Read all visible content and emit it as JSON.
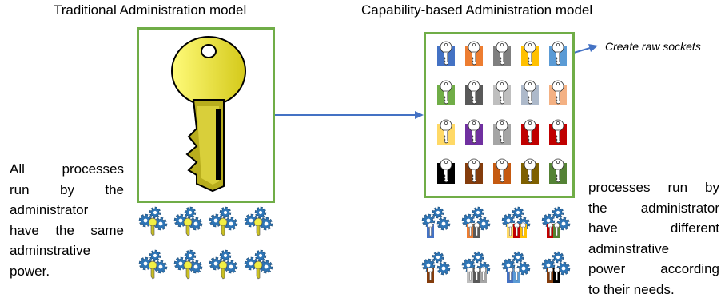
{
  "left": {
    "title": "Traditional Administration model",
    "description_lines": [
      "All processes",
      "run by the",
      "administrator",
      "have the same",
      "adminstrative",
      "power."
    ]
  },
  "right": {
    "title": "Capability-based Administration model",
    "callout": "Create raw sockets",
    "description_lines": [
      "processes run by",
      "the administrator",
      "have different",
      "adminstrative",
      "power according",
      "to their needs."
    ],
    "key_colors": [
      [
        "#4472c4",
        "#ed7d31",
        "#7f7f7f",
        "#ffc000",
        "#5b9bd5"
      ],
      [
        "#70ad47",
        "#595959",
        "#bfbfbf",
        "#adb9ca",
        "#f4b183"
      ],
      [
        "#ffd966",
        "#7030a0",
        "#a5a5a5",
        "#c00000",
        "#c00000"
      ],
      [
        "#000000",
        "#843c0c",
        "#c55a11",
        "#7f6000",
        "#548235"
      ]
    ]
  },
  "colors": {
    "frame": "#70ad47",
    "arrow": "#4472c4",
    "gear": "#2e75b6",
    "master_key": "#f2ef45"
  }
}
